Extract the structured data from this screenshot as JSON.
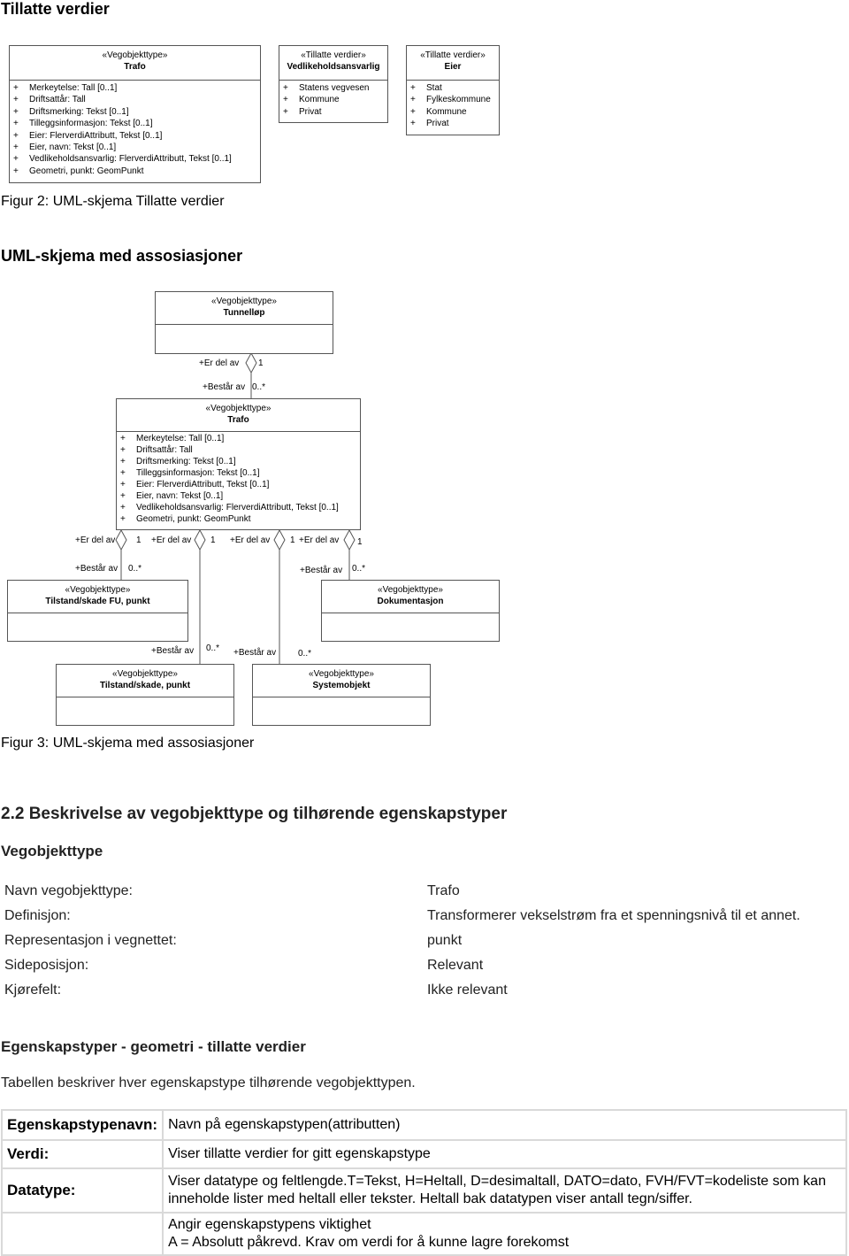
{
  "fig2": {
    "trafo": {
      "stereotype": "«Vegobjekttype»",
      "name": "Trafo",
      "attrs": [
        "Merkeytelse: Tall [0..1]",
        "Driftsattår: Tall",
        "Driftsmerking: Tekst [0..1]",
        "Tilleggsinformasjon: Tekst [0..1]",
        "Eier: FlerverdiAttributt, Tekst [0..1]",
        "Eier, navn: Tekst [0..1]",
        "Vedlikeholdsansvarlig: FlerverdiAttributt, Tekst [0..1]",
        "Geometri, punkt: GeomPunkt"
      ]
    },
    "vedlikehold": {
      "stereotype": "«Tillatte verdier»",
      "name": "Vedlikeholdsansvarlig",
      "attrs": [
        "Statens vegvesen",
        "Kommune",
        "Privat"
      ]
    },
    "eier": {
      "stereotype": "«Tillatte verdier»",
      "name": "Eier",
      "attrs": [
        "Stat",
        "Fylkeskommune",
        "Kommune",
        "Privat"
      ]
    },
    "caption": "Figur 2: UML-skjema Tillatte verdier"
  },
  "heading_top": "Tillatte verdier",
  "heading_assoc": "UML-skjema med assosiasjoner",
  "fig3": {
    "tunnel": {
      "stereotype": "«Vegobjekttype»",
      "name": "Tunnelløp"
    },
    "trafo": {
      "stereotype": "«Vegobjekttype»",
      "name": "Trafo",
      "attrs": [
        "Merkeytelse: Tall [0..1]",
        "Driftsattår: Tall",
        "Driftsmerking: Tekst [0..1]",
        "Tilleggsinformasjon: Tekst [0..1]",
        "Eier: FlerverdiAttributt, Tekst [0..1]",
        "Eier, navn: Tekst [0..1]",
        "Vedlikeholdsansvarlig: FlerverdiAttributt, Tekst [0..1]",
        "Geometri, punkt: GeomPunkt"
      ]
    },
    "tilstand_fu": {
      "stereotype": "«Vegobjekttype»",
      "name": "Tilstand/skade FU, punkt"
    },
    "dokumentasjon": {
      "stereotype": "«Vegobjekttype»",
      "name": "Dokumentasjon"
    },
    "tilstand": {
      "stereotype": "«Vegobjekttype»",
      "name": "Tilstand/skade, punkt"
    },
    "systemobjekt": {
      "stereotype": "«Vegobjekttype»",
      "name": "Systemobjekt"
    },
    "plus": "+",
    "role_er_del_av": "+Er del av",
    "role_bestar_av": "+Består av",
    "mult_one": "1",
    "mult_many": "0..*",
    "caption": "Figur 3: UML-skjema med assosiasjoner"
  },
  "section_heading": "2.2 Beskrivelse av vegobjekttype og tilhørende egenskapstyper",
  "sub_heading": "Vegobjekttype",
  "props": [
    {
      "label": "Navn vegobjekttype:",
      "value": "Trafo"
    },
    {
      "label": "Definisjon:",
      "value": "Transformerer vekselstrøm fra et spenningsnivå til et annet."
    },
    {
      "label": "Representasjon i vegnettet:",
      "value": "punkt"
    },
    {
      "label": "Sideposisjon:",
      "value": "Relevant"
    },
    {
      "label": "Kjørefelt:",
      "value": "Ikke relevant"
    }
  ],
  "egenskap_heading": "Egenskapstyper - geometri - tillatte verdier",
  "egenskap_intro": "Tabellen beskriver hver egenskapstype tilhørende vegobjekttypen.",
  "spec_table": [
    {
      "key": "Egenskapstypenavn:",
      "value": "Navn på egenskapstypen(attributten)"
    },
    {
      "key": "Verdi:",
      "value": "Viser tillatte verdier for gitt egenskapstype"
    },
    {
      "key": "Datatype:",
      "value": "Viser datatype og feltlengde.T=Tekst, H=Heltall, D=desimaltall, DATO=dato, FVH/FVT=kodeliste som kan inneholde lister med heltall eller tekster. Heltall bak datatypen viser antall tegn/siffer."
    },
    {
      "key": "",
      "value_lines": [
        "Angir egenskapstypens viktighet",
        "A = Absolutt påkrevd. Krav om verdi for å kunne lagre forekomst"
      ]
    }
  ]
}
